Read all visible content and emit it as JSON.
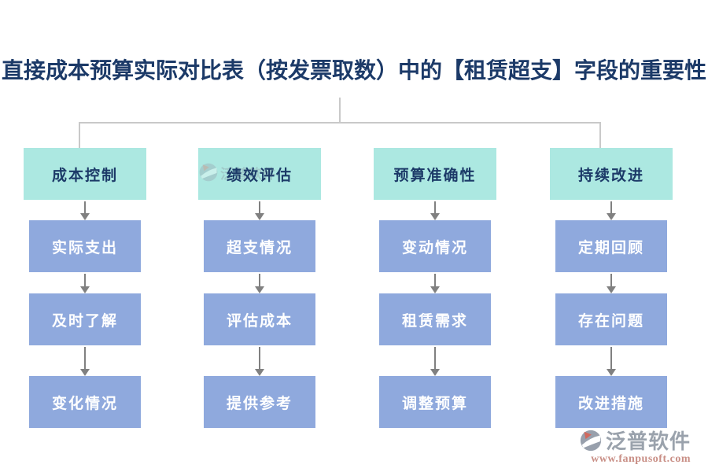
{
  "title": "直接成本预算实际对比表（按发票取数）中的【租赁超支】字段的重要性",
  "columns": [
    {
      "header": "成本控制",
      "items": [
        "实际支出",
        "及时了解",
        "变化情况"
      ]
    },
    {
      "header": "绩效评估",
      "items": [
        "超支情况",
        "评估成本",
        "提供参考"
      ]
    },
    {
      "header": "预算准确性",
      "items": [
        "变动情况",
        "租赁需求",
        "调整预算"
      ]
    },
    {
      "header": "持续改进",
      "items": [
        "定期回顾",
        "存在问题",
        "改进措施"
      ]
    }
  ],
  "branding": {
    "logo_text": "泛普软件",
    "website": "www.fanpusoft.com",
    "watermark_text": "泛普软件"
  },
  "colors": {
    "title_text": "#1C3A68",
    "header_box_bg": "#ACE8E1",
    "header_box_text": "#1C3A68",
    "flow_box_bg": "#8FA9DD",
    "flow_box_text": "#FFFFFF",
    "arrow": "#808080",
    "connector_line": "#C9C9C9",
    "brand_gray": "#9AA2AC",
    "brand_accent_orange": "#D2695E",
    "brand_url_text": "#C98F86"
  }
}
